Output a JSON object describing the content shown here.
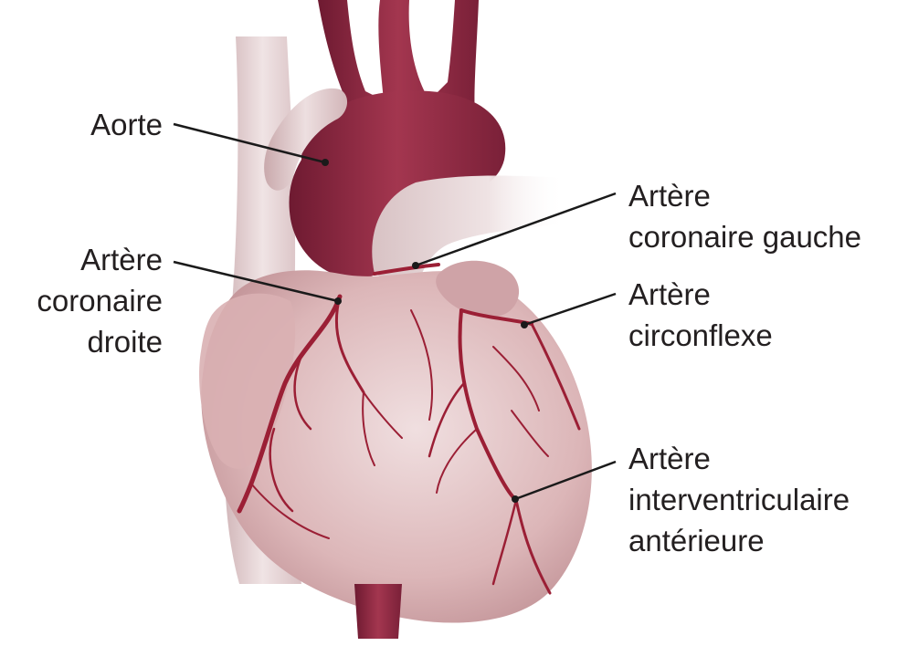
{
  "colors": {
    "background": "#ffffff",
    "heart_muscle": "#dcb6b8",
    "heart_shadow": "#b8868b",
    "aorta": "#8c2a44",
    "aorta_highlight": "#b04a62",
    "vessel_pale": "#e6d3d5",
    "coronary_artery": "#9b1f35",
    "leader_line": "#1a1a1a",
    "text": "#231f20"
  },
  "labels": {
    "aorte": "Aorte",
    "coronaire_droite": {
      "line1": "Artère",
      "line2": "coronaire",
      "line3": "droite"
    },
    "coronaire_gauche": {
      "line1": "Artère",
      "line2": "coronaire gauche"
    },
    "circonflexe": {
      "line1": "Artère",
      "line2": "circonflexe"
    },
    "interventriculaire": {
      "line1": "Artère",
      "line2": "interventriculaire",
      "line3": "antérieure"
    }
  }
}
